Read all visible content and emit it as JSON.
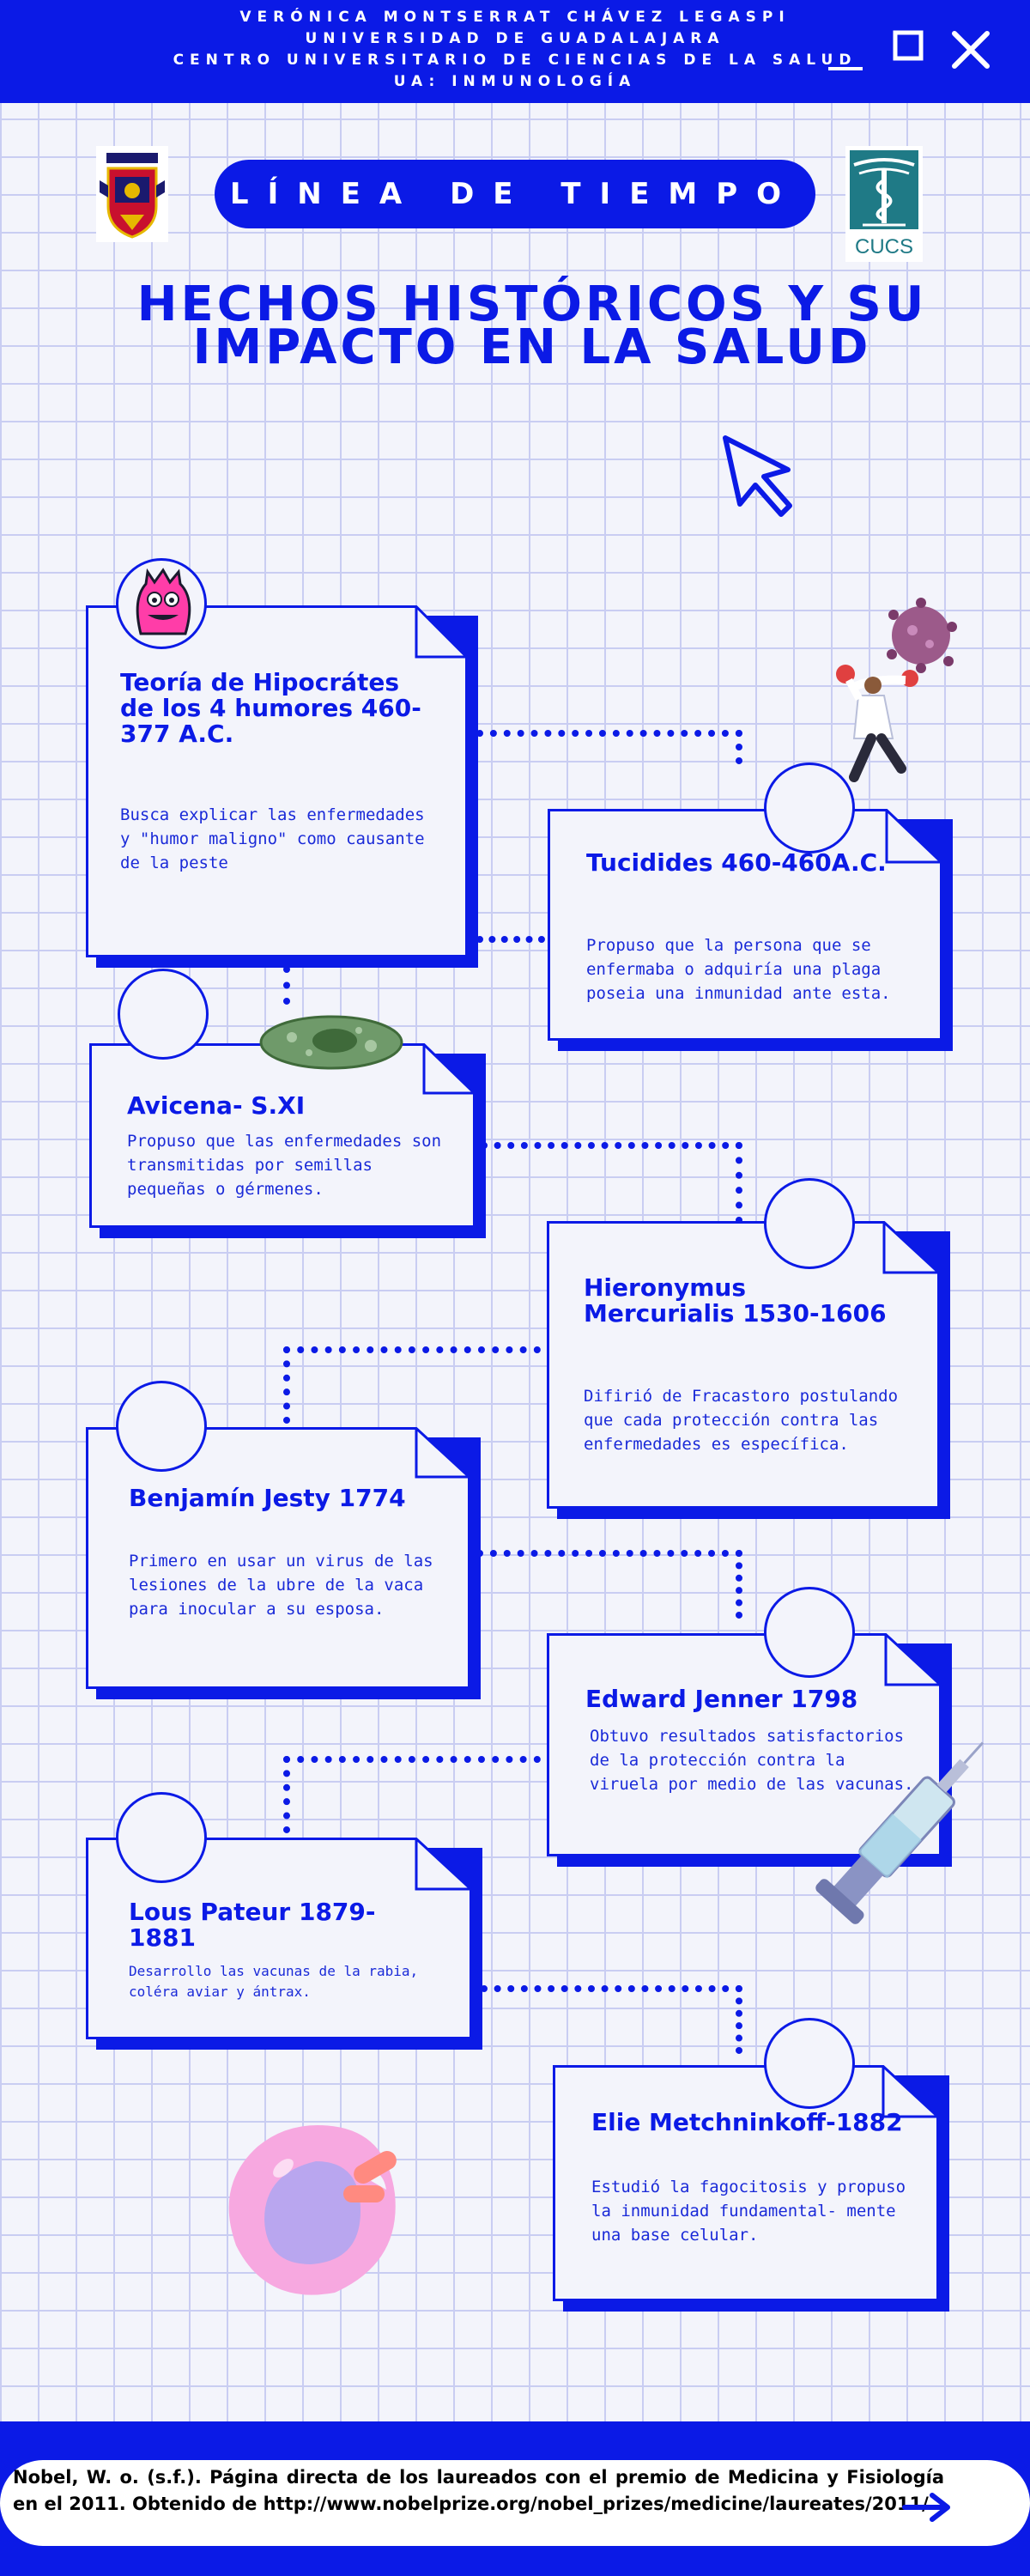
{
  "header": {
    "lines": [
      "VERÓNICA MONTSERRAT CHÁVEZ LEGASPI",
      "UNIVERSIDAD DE GUADALAJARA",
      "CENTRO UNIVERSITARIO DE CIENCIAS DE LA SALUD",
      "UA: INMUNOLOGÍA"
    ]
  },
  "banner": {
    "label": "LÍNEA DE TIEMPO"
  },
  "logo_right": {
    "text": "CUCS"
  },
  "title": "HECHOS HISTÓRICOS Y SU IMPACTO EN LA SALUD",
  "events": [
    {
      "title": "Teoría de Hipocrátes de los 4 humores 460-377 A.C.",
      "description": "Busca explicar las enfermedades y \"humor maligno\" como causante de la peste"
    },
    {
      "title": "Tucidides 460-460A.C.",
      "description": "Propuso que la persona que se enfermaba o adquiría una plaga poseia una inmunidad ante esta."
    },
    {
      "title": "Avicena- S.XI",
      "description": "Propuso que las enfermedades son transmitidas por semillas pequeñas o gérmenes."
    },
    {
      "title": "Hieronymus Mercurialis 1530-1606",
      "description": "Difirió de Fracastoro postulando que cada protección contra las enfermedades es específica."
    },
    {
      "title": "Benjamín Jesty 1774",
      "description": "Primero en usar un virus de las lesiones de la ubre de la vaca para inocular a su esposa."
    },
    {
      "title": "Edward Jenner 1798",
      "description": "Obtuvo resultados satisfactorios de la protección contra la viruela por medio de las vacunas."
    },
    {
      "title": "Lous Pateur 1879-1881",
      "description": "Desarrollo las vacunas de la rabia, coléra aviar y ántrax."
    },
    {
      "title": "Elie Metchninkoff-1882",
      "description": "Estudió la fagocitosis y propuso la inmunidad fundamental- mente una base celular."
    }
  ],
  "footer": {
    "reference": "Nobel, W. o. (s.f.). Página directa de los laureados con el premio de Medicina y Fisiología en el 2011. Obtenido de http://www.nobelprize.org/nobel_prizes/medicine/laureates/2011/."
  },
  "colors": {
    "primary": "#0b1ae6",
    "background": "#f3f4fb",
    "grid": "#c9cdf2"
  }
}
